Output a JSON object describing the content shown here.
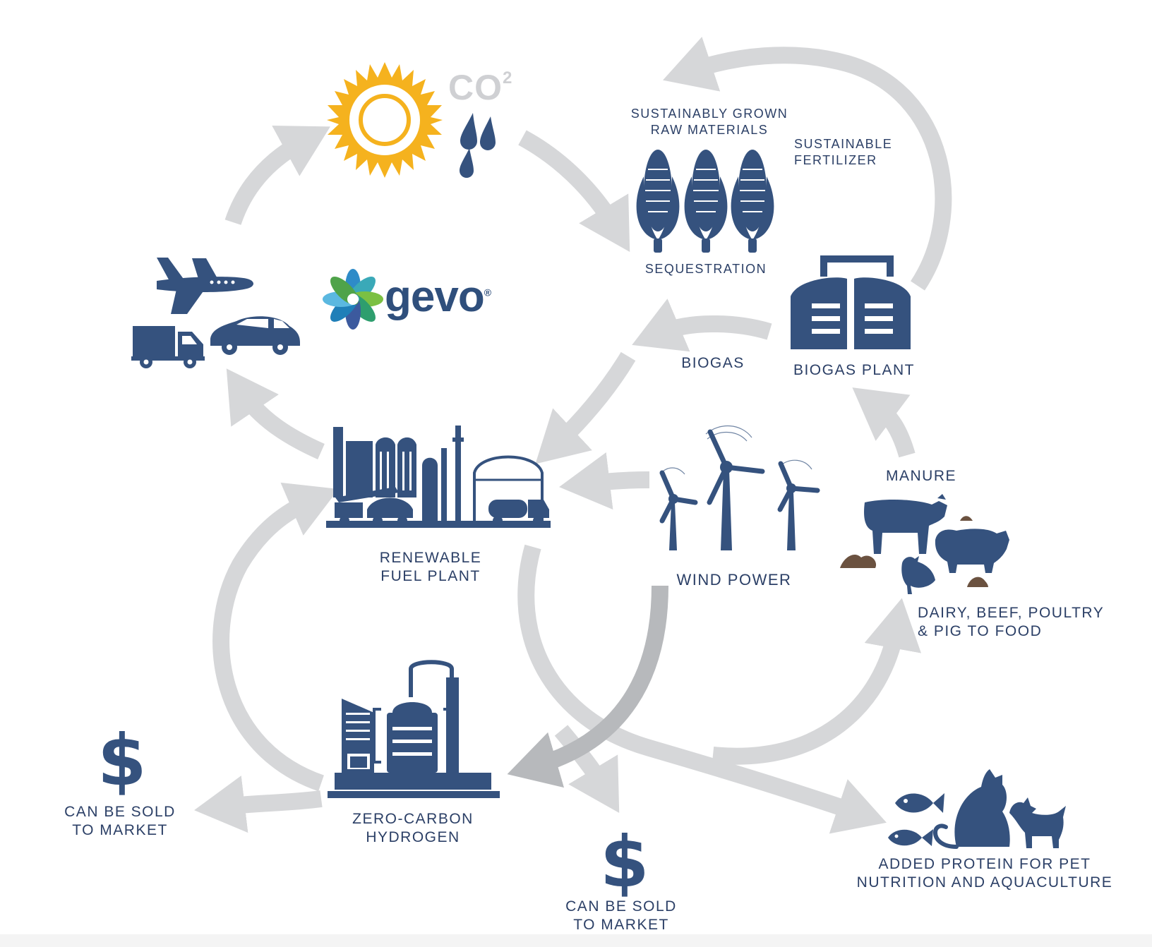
{
  "brand": {
    "logo_text": "gevo",
    "logo_mark": "®"
  },
  "sky": {
    "co2_text": "CO",
    "co2_sup": "2"
  },
  "colors": {
    "navy": "#35527e",
    "arrow": "#d6d7d9",
    "arrow_dark": "#b7b9bc",
    "sun": "#f5b21e",
    "text": "#2b3f66"
  },
  "labels": {
    "sustainably_grown": [
      "SUSTAINABLY GROWN",
      "RAW MATERIALS"
    ],
    "sustainable_fertilizer": [
      "SUSTAINABLE",
      "FERTILIZER"
    ],
    "sequestration": "SEQUESTRATION",
    "biogas": "BIOGAS",
    "biogas_plant": "BIOGAS PLANT",
    "manure": "MANURE",
    "renewable_fuel_plant": [
      "RENEWABLE",
      "FUEL PLANT"
    ],
    "wind_power": "WIND POWER",
    "dairy": [
      "DAIRY, BEEF, POULTRY",
      "& PIG TO FOOD"
    ],
    "zero_carbon_hydrogen": [
      "ZERO-CARBON",
      "HYDROGEN"
    ],
    "can_be_sold_left": [
      "CAN BE SOLD",
      "TO MARKET"
    ],
    "can_be_sold_bottom": [
      "CAN BE SOLD",
      "TO MARKET"
    ],
    "added_protein": [
      "ADDED PROTEIN FOR PET",
      "NUTRITION AND AQUACULTURE"
    ],
    "dollar": "$"
  },
  "icons": [
    "sun-icon",
    "water-drops-icon",
    "corn-icon",
    "biogas-plant-icon",
    "airplane-icon",
    "truck-icon",
    "car-icon",
    "gevo-logo-icon",
    "renewable-fuel-plant-icon",
    "wind-turbine-icon",
    "cow-icon",
    "pig-icon",
    "chicken-icon",
    "manure-icon",
    "hydrogen-plant-icon",
    "dollar-icon",
    "fish-icon",
    "cat-icon",
    "dog-icon"
  ]
}
